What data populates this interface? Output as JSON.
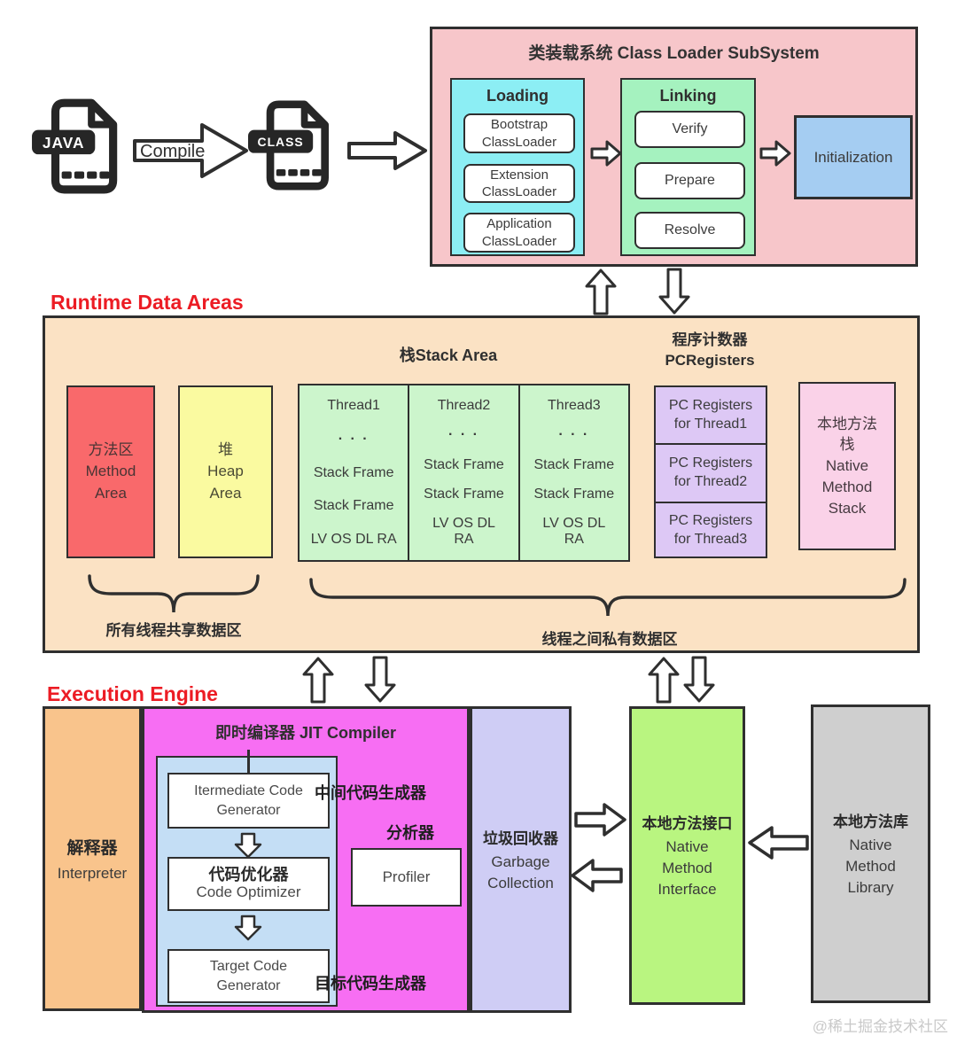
{
  "colors": {
    "accent_red": "#ec1c24",
    "class_loader_bg": "#f7c6ca",
    "loading_bg": "#8ceef4",
    "linking_bg": "#a5f2bf",
    "initialization_bg": "#a5cdf2",
    "runtime_bg": "#fbe2c4",
    "method_area_bg": "#f9696b",
    "heap_area_bg": "#fafaa0",
    "thread_bg": "#ccf5cc",
    "pc_registers_bg": "#ddc8f5",
    "native_method_stack_bg": "#fad2e8",
    "interpreter_bg": "#f9c48c",
    "jit_bg": "#f76ef3",
    "jit_inner_bg": "#c4def5",
    "gc_bg": "#cfcdf5",
    "nmi_bg": "#b9f580",
    "nml_bg": "#cfcfcf",
    "icon_dark": "#262626"
  },
  "pipeline": {
    "java_label": "JAVA",
    "class_label": "CLASS",
    "compile_label": "Compile"
  },
  "class_loader": {
    "title": "类装载系统 Class Loader SubSystem",
    "loading": {
      "title": "Loading",
      "items": [
        "Bootstrap\nClassLoader",
        "Extension\nClassLoader",
        "Application\nClassLoader"
      ]
    },
    "linking": {
      "title": "Linking",
      "items": [
        "Verify",
        "Prepare",
        "Resolve"
      ]
    },
    "initialization_label": "Initialization"
  },
  "runtime": {
    "title": "Runtime Data Areas",
    "stack_area_label": "栈Stack Area",
    "pc_area_label": "程序计数器\nPCRegisters",
    "method_area_label": "方法区\nMethod\nArea",
    "heap_area_label": "堆\nHeap\nArea",
    "threads": [
      {
        "name": "Thread1",
        "rows": [
          "· · ·",
          "Stack Frame",
          "Stack Frame",
          "LV OS DL RA"
        ]
      },
      {
        "name": "Thread2",
        "rows": [
          "· · ·",
          "Stack Frame",
          "Stack Frame",
          "LV OS DL\nRA"
        ]
      },
      {
        "name": "Thread3",
        "rows": [
          "· · ·",
          "Stack Frame",
          "Stack Frame",
          "LV OS DL\nRA"
        ]
      }
    ],
    "pc_registers": [
      "PC Registers\nfor Thread1",
      "PC Registers\nfor Thread2",
      "PC Registers\nfor Thread3"
    ],
    "native_method_stack_label": "本地方法\n栈\nNative\nMethod\nStack",
    "shared_label": "所有线程共享数据区",
    "private_label": "线程之间私有数据区"
  },
  "execution": {
    "title": "Execution Engine",
    "interpreter": {
      "zh": "解释器",
      "en": "Interpreter"
    },
    "jit": {
      "title": "即时编译器 JIT Compiler",
      "intermediate_label": "Itermediate Code\nGenerator",
      "intermediate_zh": "中间代码生成器",
      "optimizer_zh": "代码优化器",
      "optimizer_en": "Code Optimizer",
      "target_label": "Target Code\nGenerator",
      "target_zh": "目标代码生成器",
      "profiler_zh": "分析器",
      "profiler_en": "Profiler"
    },
    "gc": {
      "zh": "垃圾回收器",
      "en": "Garbage\nCollection"
    },
    "nmi": {
      "zh": "本地方法接口",
      "en": "Native\nMethod\nInterface"
    },
    "nml": {
      "zh": "本地方法库",
      "en": "Native\nMethod\nLibrary"
    }
  },
  "watermark": "@稀土掘金技术社区"
}
